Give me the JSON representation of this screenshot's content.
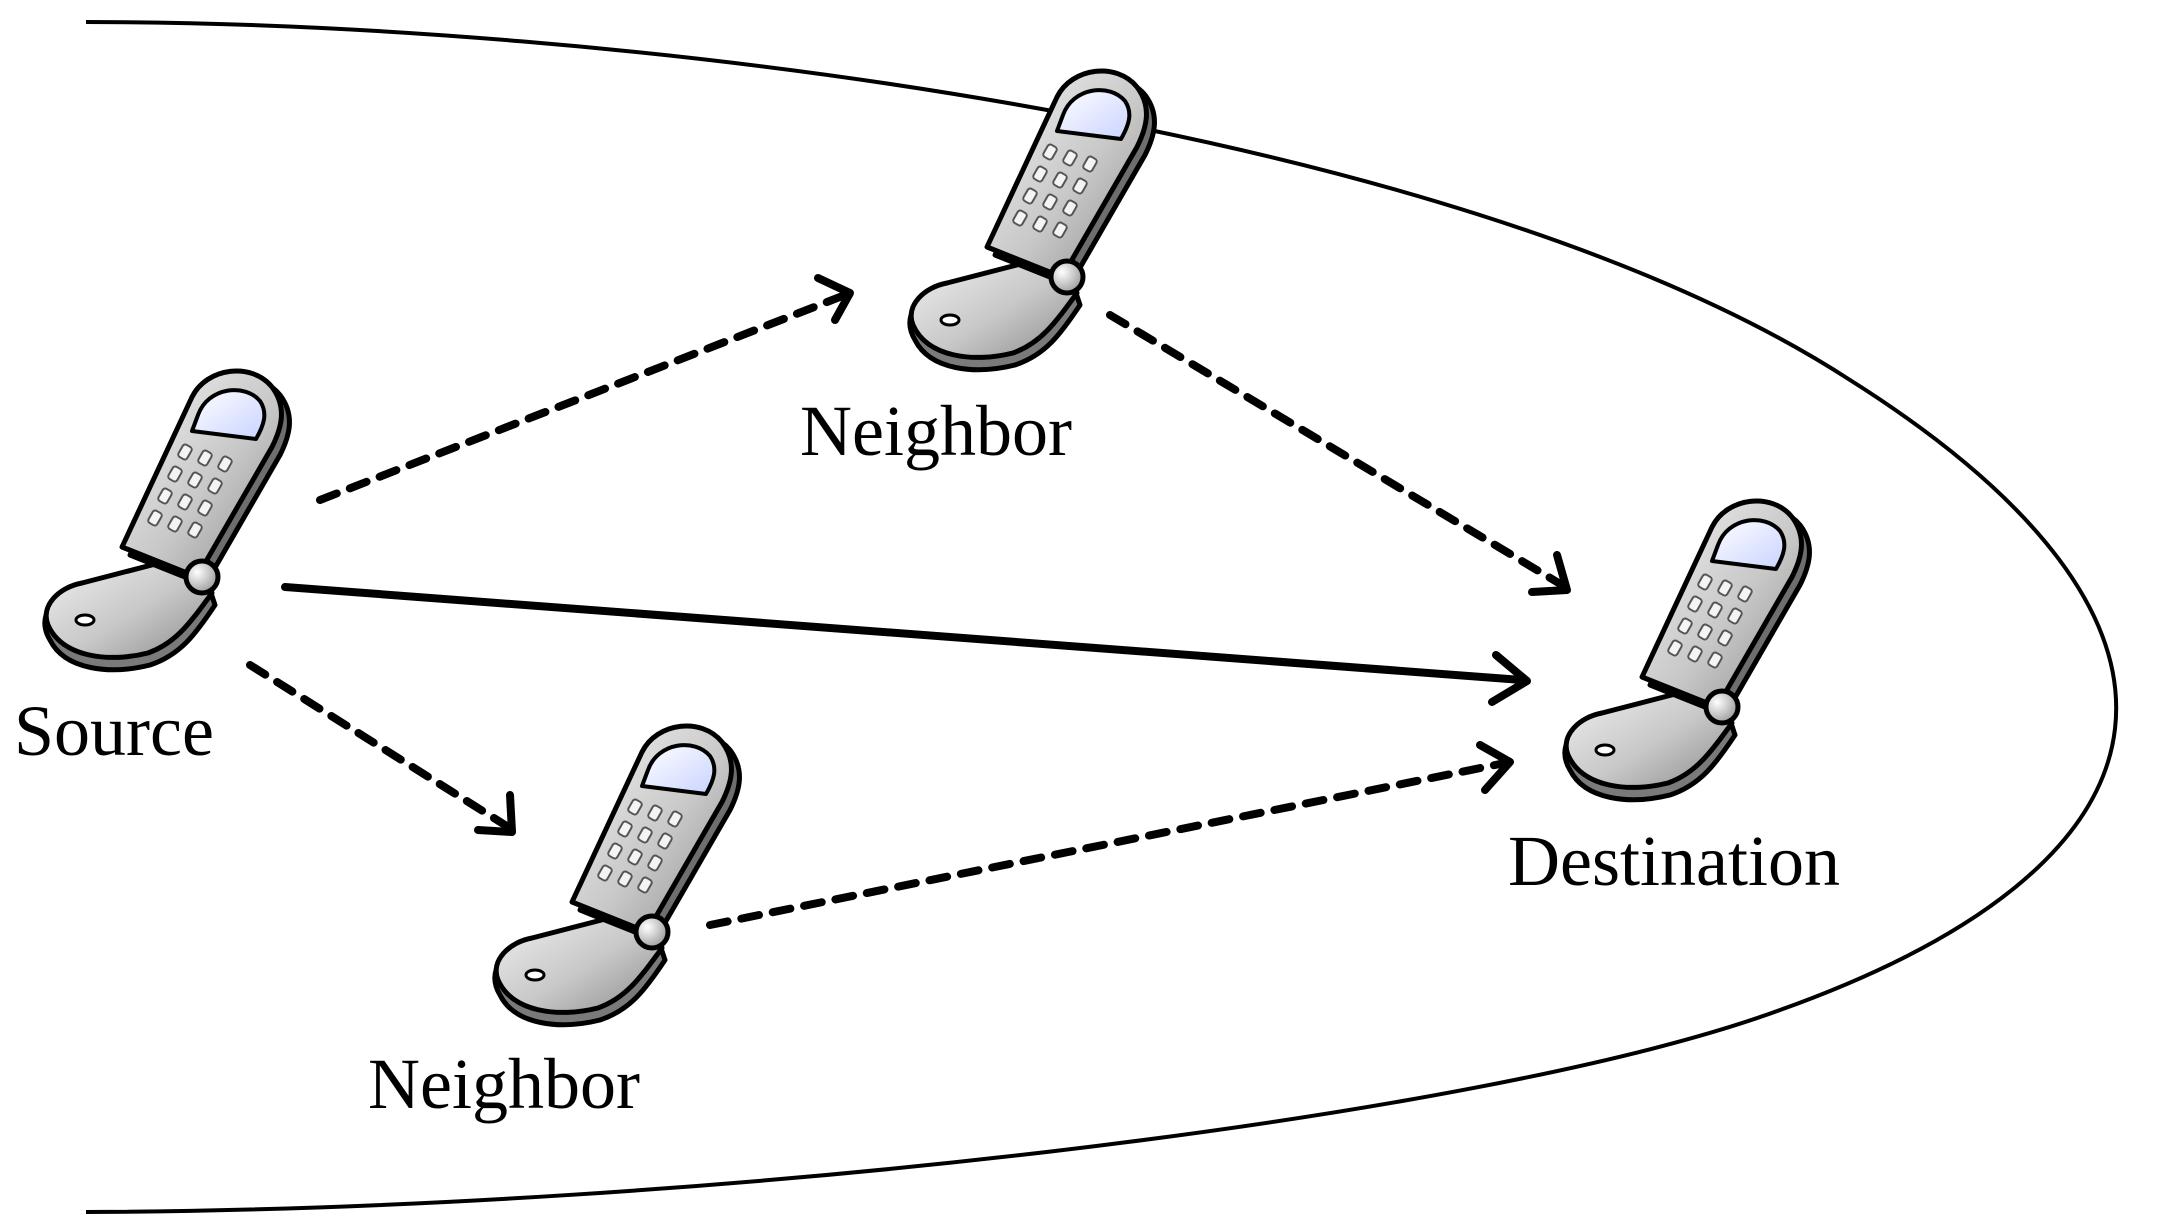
{
  "nodes": {
    "source": {
      "label": "Source"
    },
    "neighbor_top": {
      "label": "Neighbor"
    },
    "neighbor_bottom": {
      "label": "Neighbor"
    },
    "destination": {
      "label": "Destination"
    }
  },
  "edges": [
    {
      "from": "source",
      "to": "neighbor_top",
      "style": "dashed"
    },
    {
      "from": "neighbor_top",
      "to": "destination",
      "style": "dashed"
    },
    {
      "from": "source",
      "to": "destination",
      "style": "solid"
    },
    {
      "from": "source",
      "to": "neighbor_bottom",
      "style": "dashed"
    },
    {
      "from": "neighbor_bottom",
      "to": "destination",
      "style": "dashed"
    }
  ],
  "icons": {
    "node_icon": "flip-phone-icon"
  },
  "colors": {
    "line": "#000000",
    "phone_body": "#c8c8c8",
    "phone_screen": "#e6ecff",
    "background": "#ffffff"
  }
}
